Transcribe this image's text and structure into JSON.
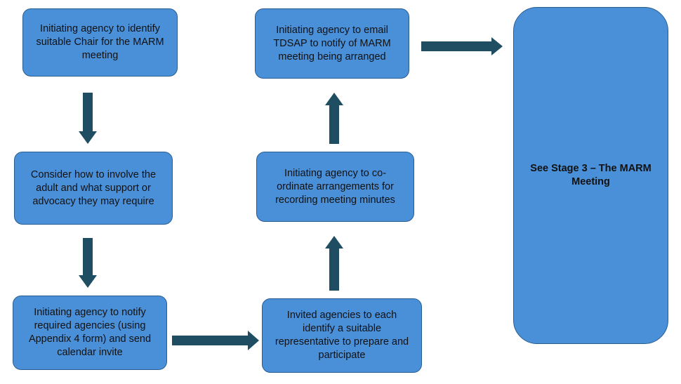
{
  "steps": {
    "identify_chair": "Initiating agency to identify suitable Chair for the MARM meeting",
    "involve_adult": "Consider how to involve the adult and what support or advocacy they may require",
    "notify_agencies": "Initiating agency to notify required agencies (using Appendix 4 form) and send calendar invite",
    "identify_representative": "Invited agencies to each identify a suitable representative to prepare and participate",
    "coordinate_minutes": "Initiating agency to co-ordinate arrangements for recording meeting minutes",
    "email_tdsap": "Initiating agency to email TDSAP to notify of MARM meeting being arranged",
    "see_stage_3": "See Stage 3 – The MARM Meeting"
  },
  "colors": {
    "box_fill": "#4a90d9",
    "box_border": "#2a5d8f",
    "arrow": "#1f4e63"
  }
}
